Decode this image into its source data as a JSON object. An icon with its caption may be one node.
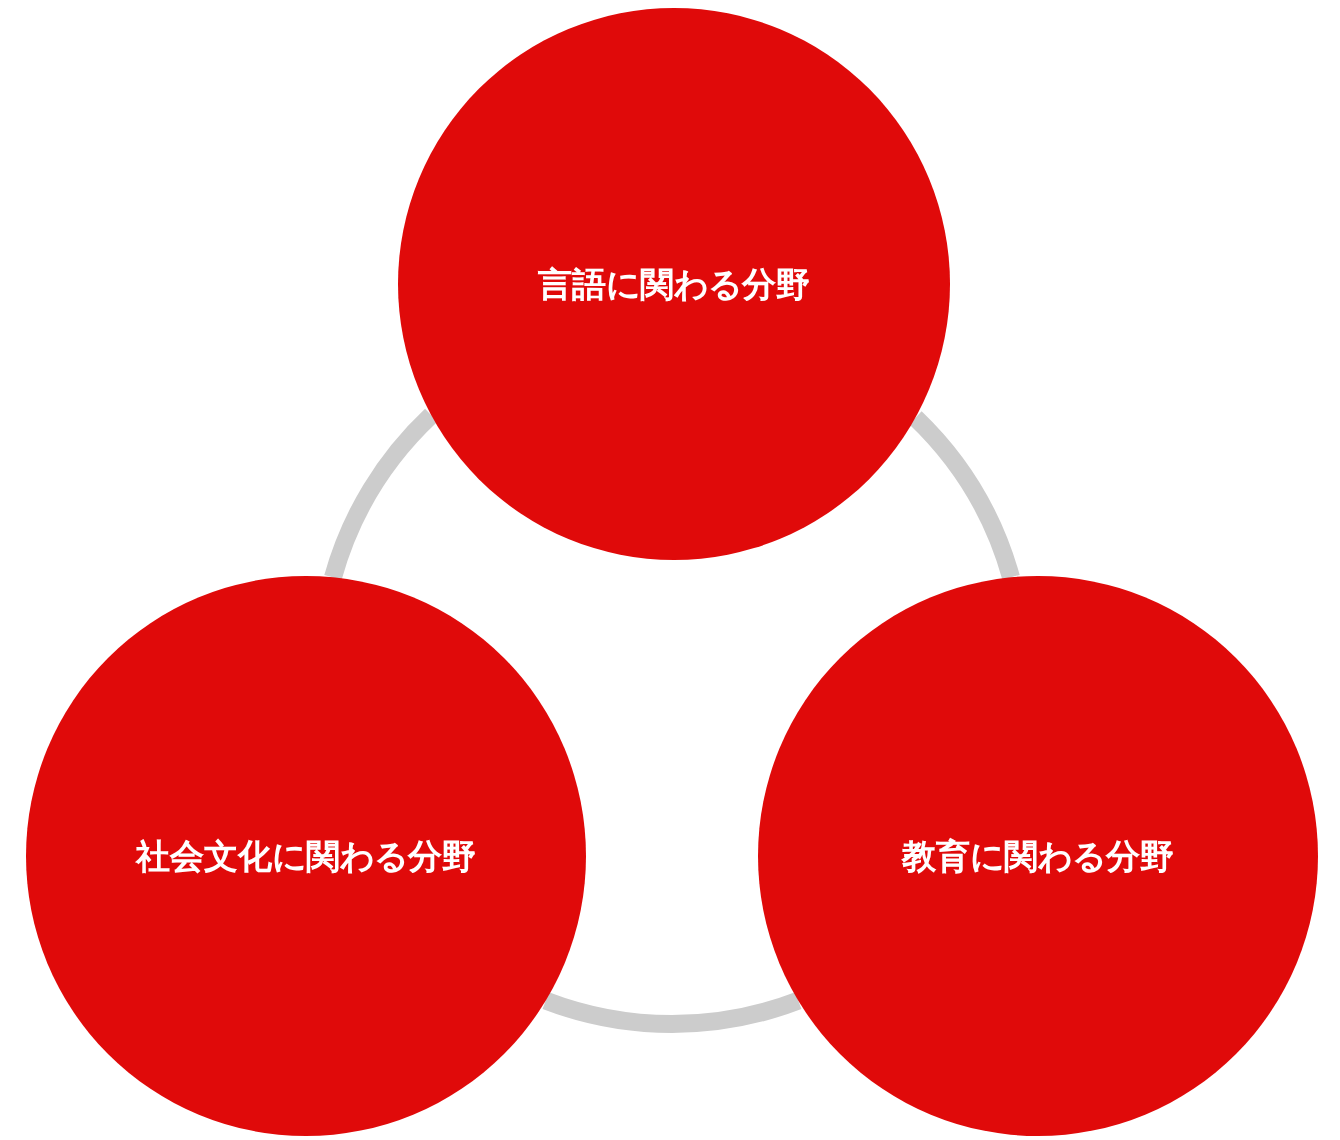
{
  "diagram": {
    "nodes": [
      {
        "text": [
          "言語に関わる分野"
        ]
      },
      {
        "text": [
          "社会文化に関わる分野"
        ]
      },
      {
        "text": [
          "教育に関わる分野"
        ]
      }
    ],
    "edges": [
      {
        "from": 0,
        "to": 2,
        "arrow": "none"
      },
      {
        "from": 2,
        "to": 1,
        "arrow": "none"
      },
      {
        "from": 1,
        "to": 0,
        "arrow": "none"
      }
    ]
  }
}
